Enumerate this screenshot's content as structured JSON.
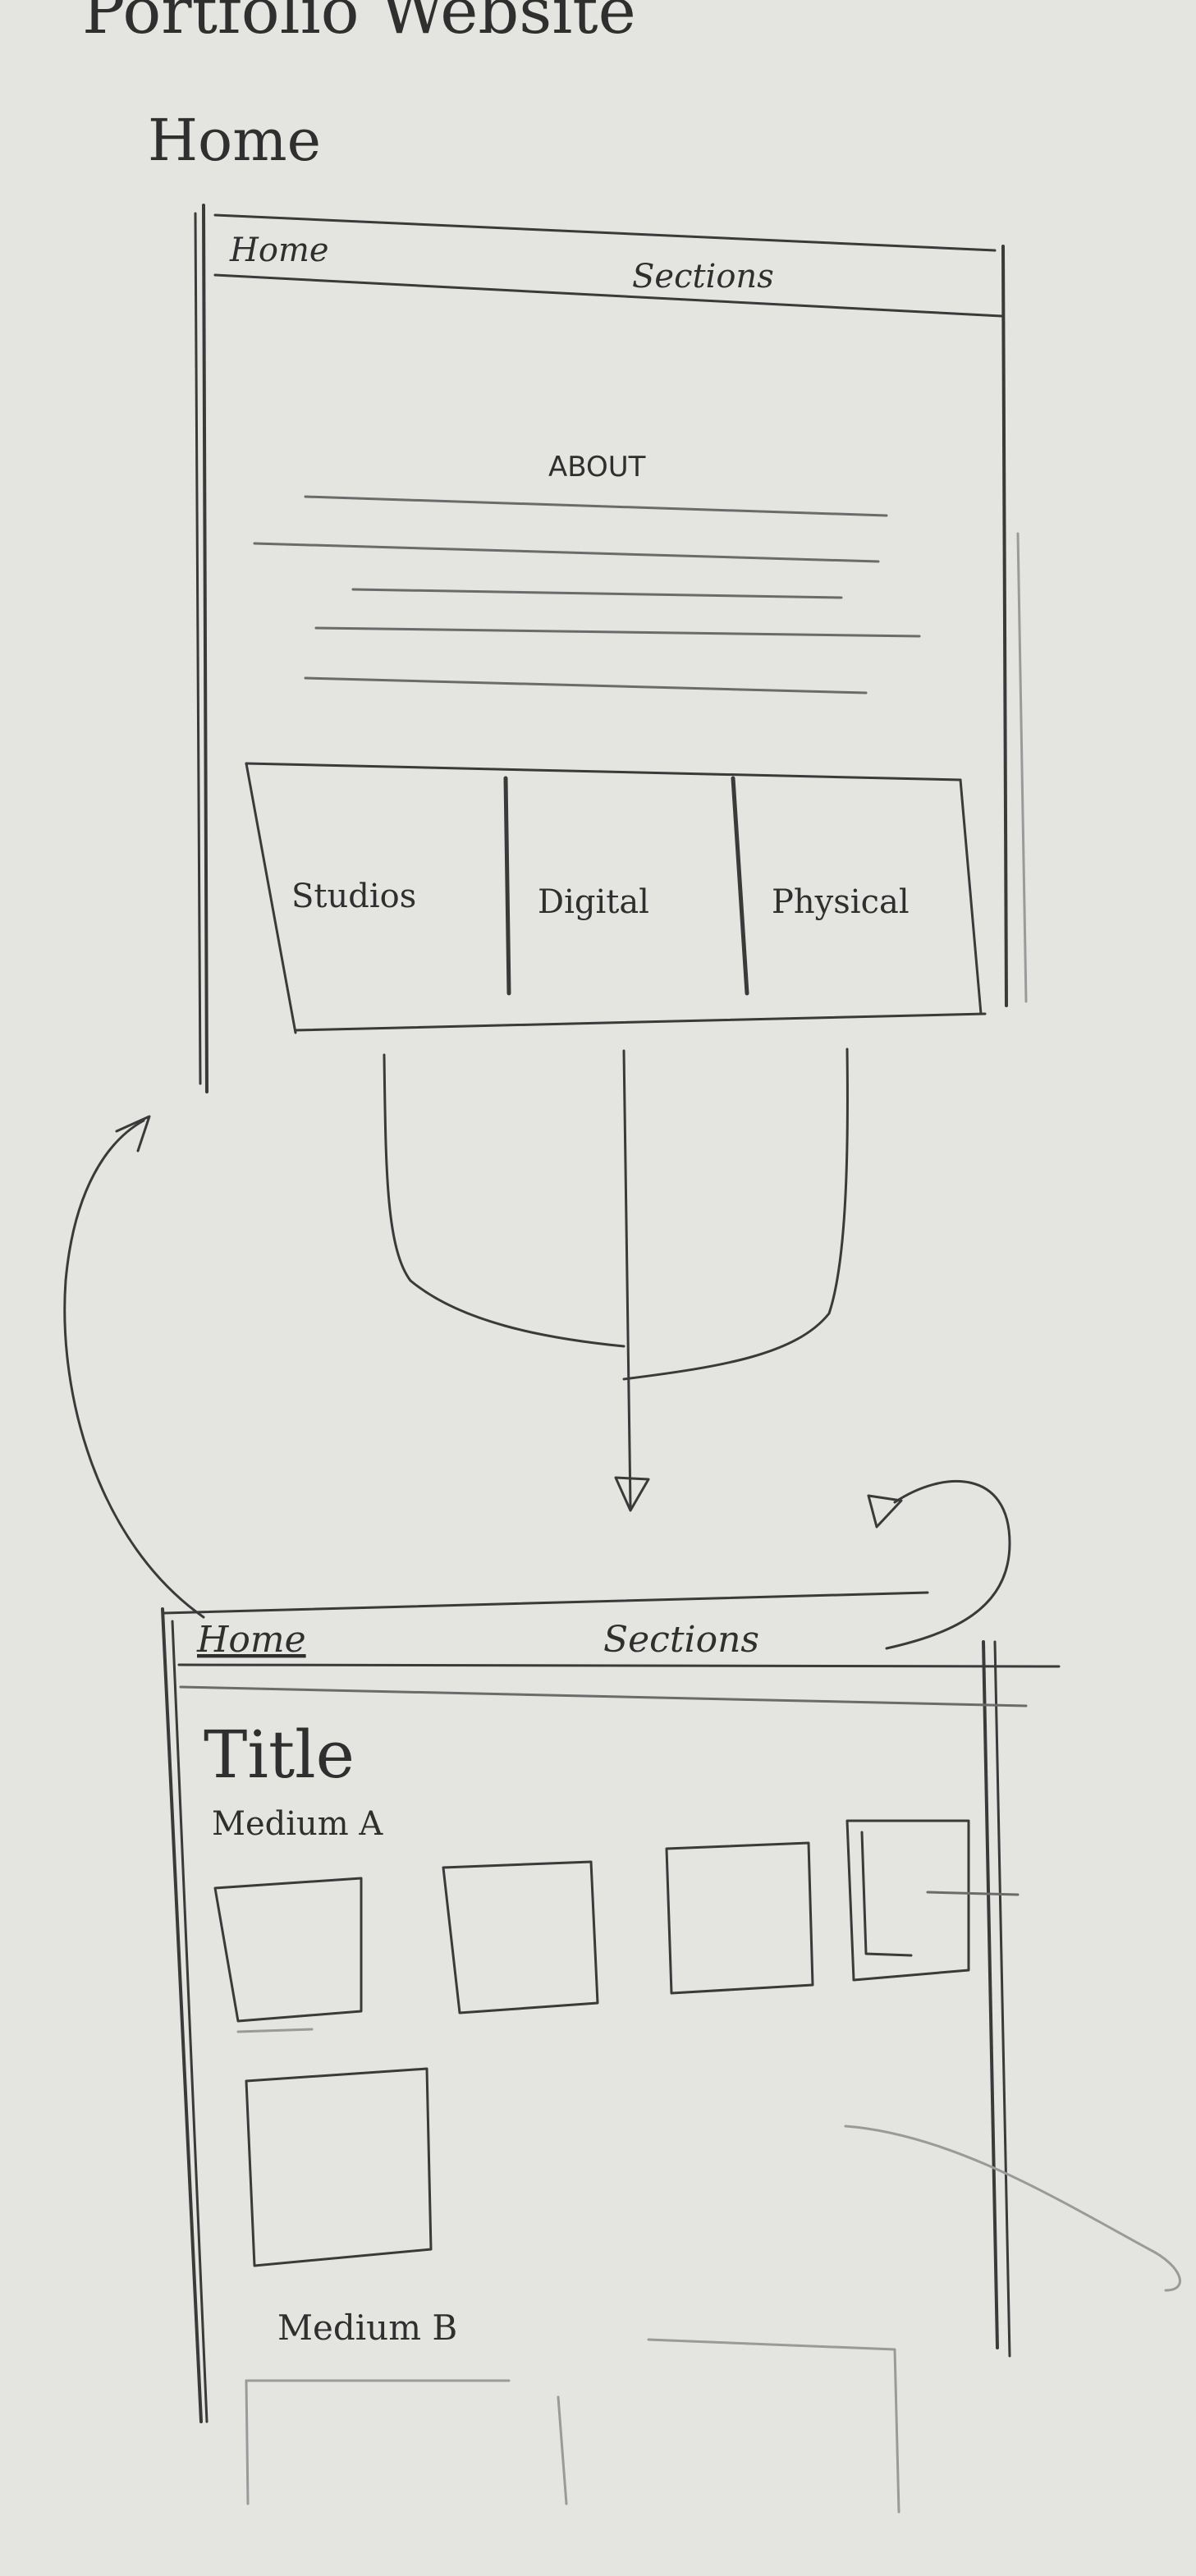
{
  "header": {
    "title": "Portfolio Website",
    "page_label": "Home"
  },
  "home_wireframe": {
    "nav_home": "Home",
    "nav_sections": "Sections",
    "about_heading": "ABOUT",
    "tiles": [
      {
        "label": "Studios"
      },
      {
        "label": "Digital"
      },
      {
        "label": "Physical"
      }
    ]
  },
  "section_wireframe": {
    "nav_home": "Home",
    "nav_sections": "Sections",
    "title": "Title",
    "medium_a": "Medium A",
    "medium_b": "Medium B"
  }
}
